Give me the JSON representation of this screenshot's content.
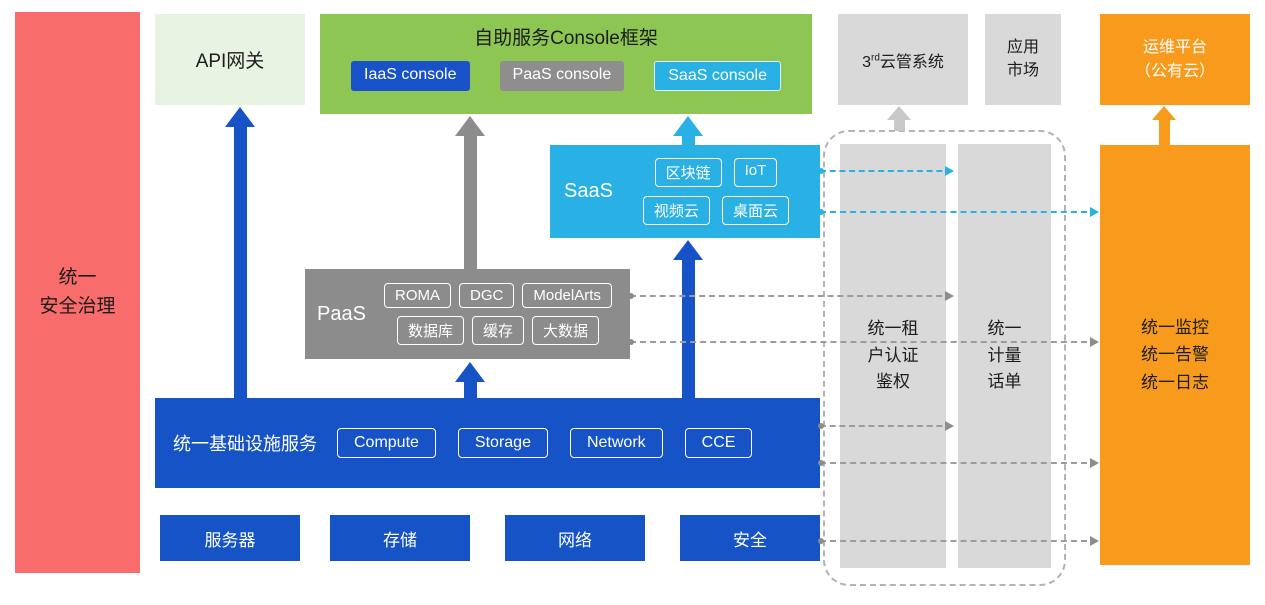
{
  "left_bar": {
    "label": "统一\n安全治理"
  },
  "api_gateway": {
    "label": "API网关"
  },
  "console_frame": {
    "title": "自助服务Console框架",
    "consoles": [
      {
        "label": "IaaS console"
      },
      {
        "label": "PaaS console"
      },
      {
        "label": "SaaS console"
      }
    ]
  },
  "third_party": {
    "prefix": "3",
    "sup": "rd",
    "suffix": "云管系统"
  },
  "app_market": {
    "label": "应用\n市场"
  },
  "ops_platform": {
    "label": "运维平台\n（公有云）"
  },
  "saas": {
    "label": "SaaS",
    "items": [
      "区块链",
      "IoT",
      "视频云",
      "桌面云"
    ]
  },
  "paas": {
    "label": "PaaS",
    "items": [
      "ROMA",
      "DGC",
      "ModelArts",
      "数据库",
      "缓存",
      "大数据"
    ]
  },
  "infra": {
    "label": "统一基础设施服务",
    "items": [
      "Compute",
      "Storage",
      "Network",
      "CCE"
    ]
  },
  "hardware": [
    "服务器",
    "存储",
    "网络",
    "安全"
  ],
  "auth_bar": {
    "label": "统一租\n户认证\n鉴权"
  },
  "metering_bar": {
    "label": "统一\n计量\n话单"
  },
  "monitoring_bar": {
    "label": "统一监控\n统一告警\n统一日志"
  },
  "colors": {
    "blue": "#1553C6",
    "cyan": "#29B1E6",
    "gray": "#8C8C8C",
    "light_gray": "#D9D9D9",
    "green": "#8DC653",
    "light_green": "#E7F4E3",
    "orange": "#F89B1C",
    "red": "#F96C6C"
  }
}
